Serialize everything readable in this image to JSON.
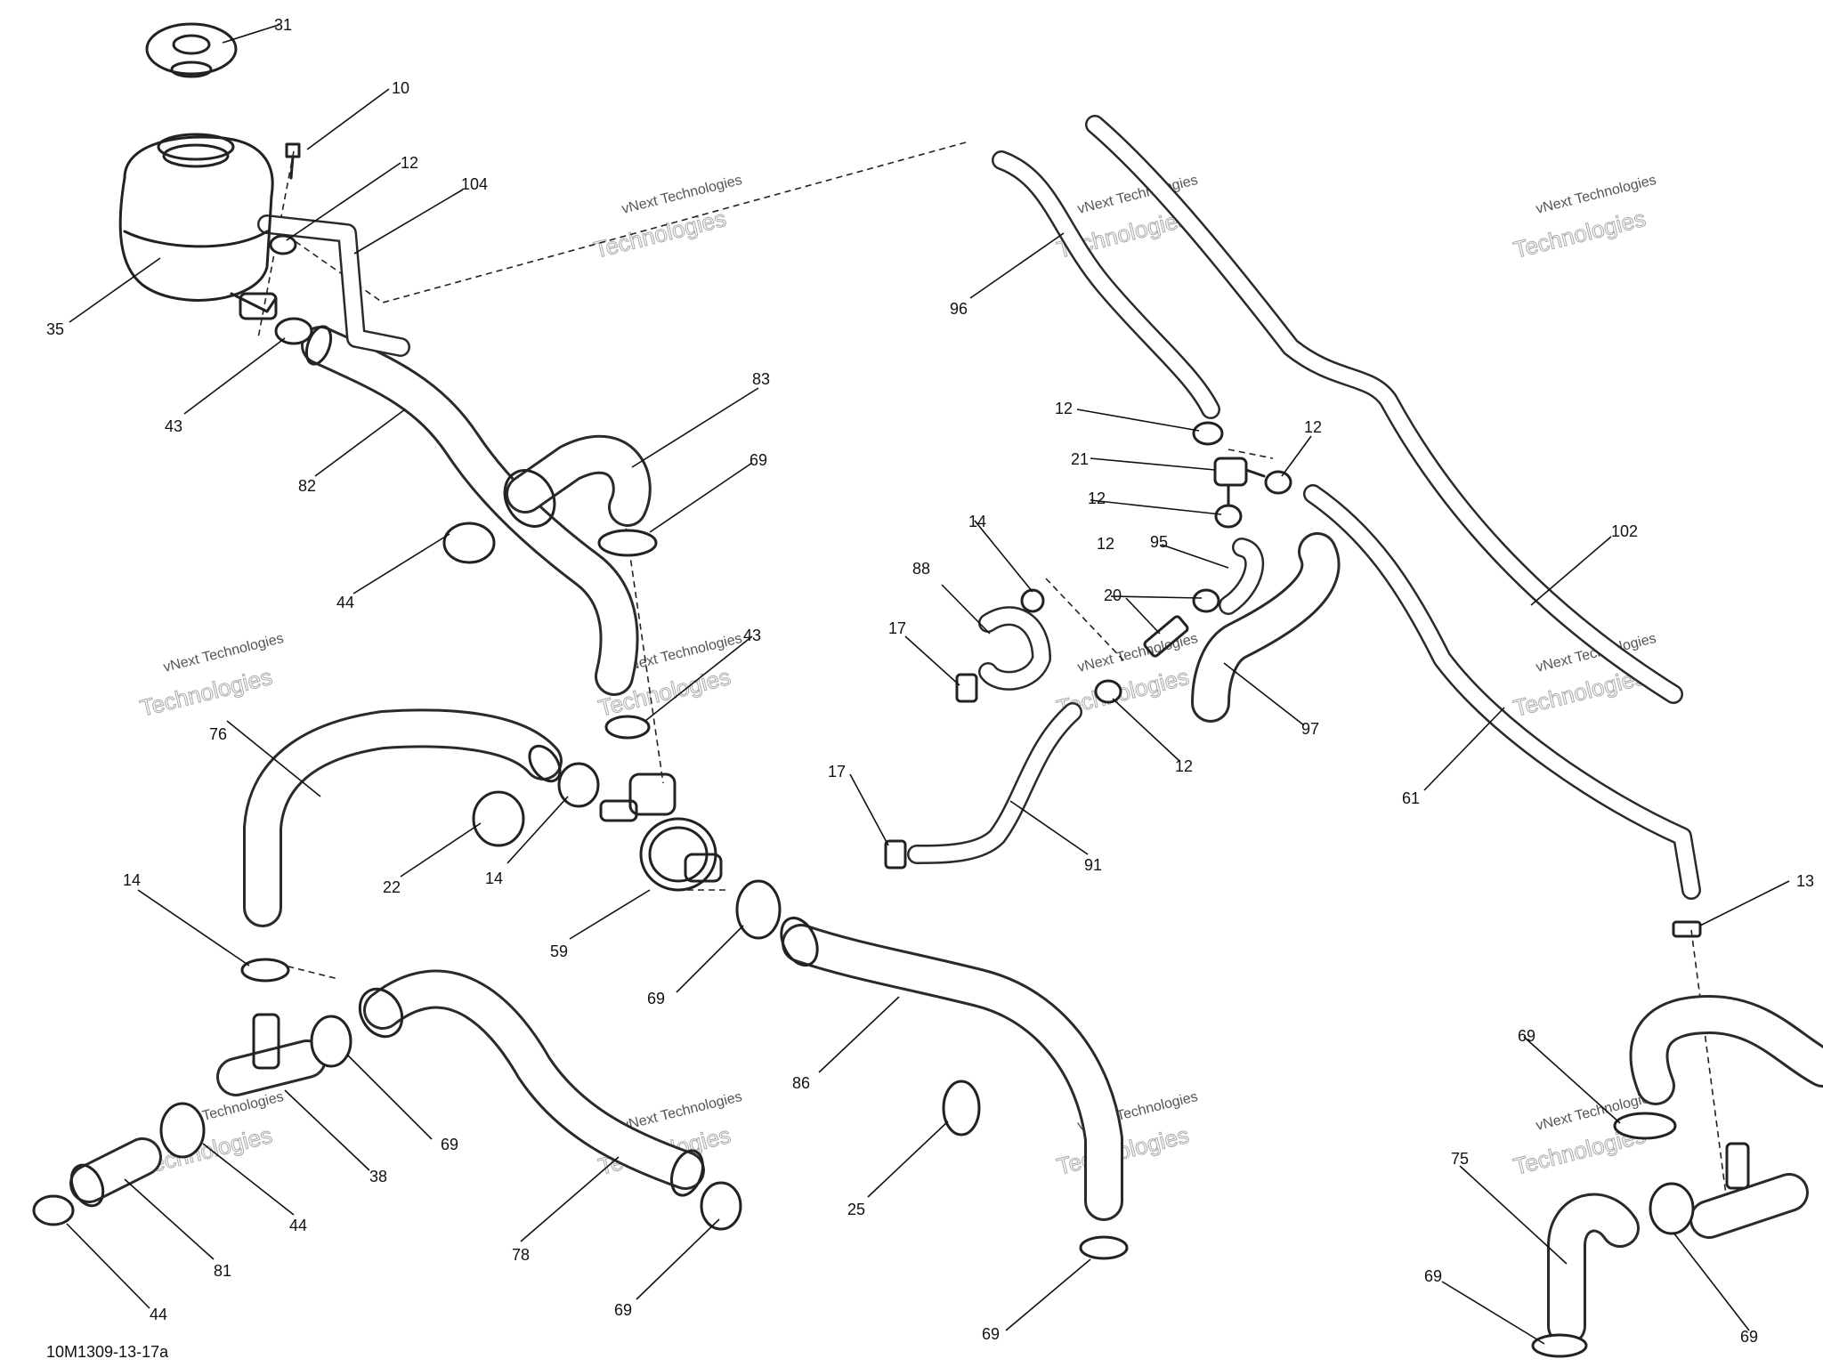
{
  "figure_reference": "10M1309-13-17a",
  "watermark": {
    "line1": "vNext Technologies",
    "line2": "Technologies"
  },
  "callouts": [
    "31",
    "10",
    "12",
    "104",
    "35",
    "43",
    "82",
    "83",
    "69",
    "44",
    "76",
    "43",
    "22",
    "14",
    "14",
    "59",
    "69",
    "14",
    "38",
    "69",
    "44",
    "81",
    "44",
    "78",
    "69",
    "86",
    "25",
    "69",
    "96",
    "12",
    "21",
    "12",
    "12",
    "95",
    "20",
    "12",
    "88",
    "17",
    "97",
    "12",
    "17",
    "91",
    "102",
    "61",
    "13",
    "69",
    "75",
    "69",
    "69"
  ]
}
